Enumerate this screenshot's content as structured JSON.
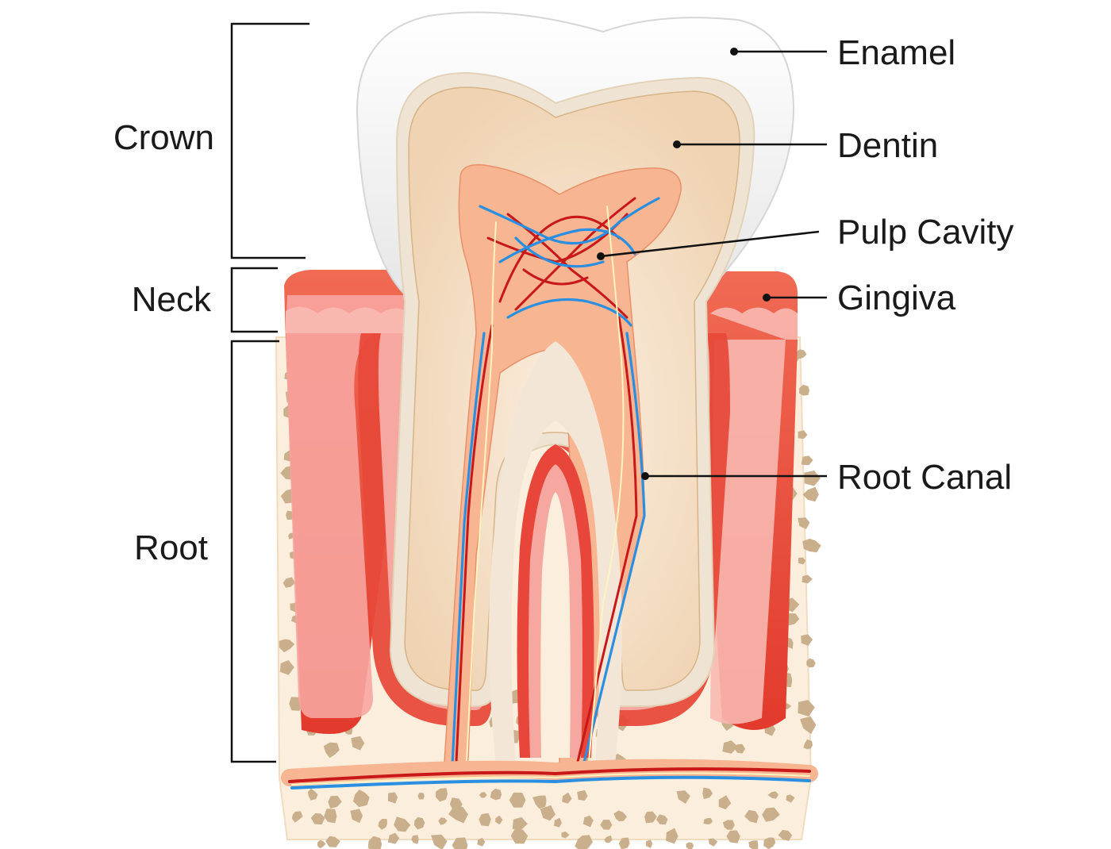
{
  "sections": {
    "crown": "Crown",
    "neck": "Neck",
    "root": "Root"
  },
  "labels": {
    "enamel": "Enamel",
    "dentin": "Dentin",
    "pulp_cavity": "Pulp Cavity",
    "gingiva": "Gingiva",
    "root_canal": "Root Canal"
  },
  "colors": {
    "enamel": "#f4f4f4",
    "dentin": "#f3dcc0",
    "pulp": "#f6b895",
    "gingiva": "#e8463a",
    "bone": "#fbefdf",
    "bone_pores": "#c6ad8a",
    "artery": "#c81818",
    "vein": "#2a8fe0",
    "nerve": "#fff3c0"
  }
}
